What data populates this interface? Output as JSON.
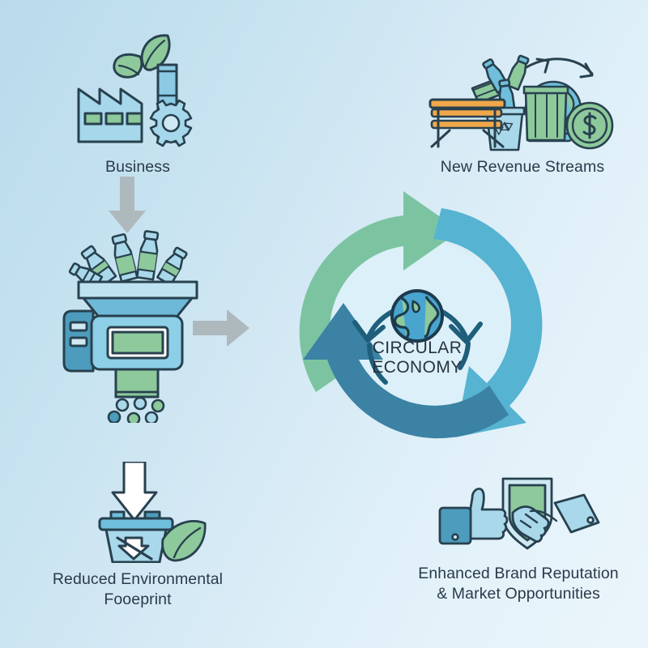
{
  "diagram": {
    "title": "Circular Economy Business Flow",
    "background": {
      "gradient_from": "#b9dbec",
      "gradient_to": "#eaf5fb"
    },
    "palette": {
      "green": "#7cc4a1",
      "light_blue": "#56b3d2",
      "dark_blue": "#3b82a4",
      "mid_blue": "#8dcfe6",
      "pale_blue": "#a9d8ea",
      "outline": "#28414f",
      "text": "#2b3a4b",
      "arrow_gray": "#aeb9bd",
      "ring_inner": "#dceef8",
      "orange": "#f0a84a"
    },
    "nodes": [
      {
        "id": "business",
        "label": "Business",
        "icon": "factory-leaf-icon"
      },
      {
        "id": "processing",
        "label": "",
        "icon": "recycling-shredder-icon"
      },
      {
        "id": "footprint",
        "label": "Reduced Environmental\nFooeprint",
        "icon": "trash-bin-leaf-icon"
      },
      {
        "id": "revenue",
        "label": "New Revenue Streams",
        "icon": "recycled-goods-money-icon"
      },
      {
        "id": "brand",
        "label": "Enhanced Brand Reputation\n& Market Opportunities",
        "icon": "handshake-thumbsup-shield-icon"
      }
    ],
    "center": {
      "label": "CIRCULAR\nECONOMY",
      "icon": "globe-icon",
      "ring_segments": [
        {
          "name": "green-arrow-segment",
          "color": "#7cc4a1"
        },
        {
          "name": "light-blue-arrow-segment",
          "color": "#56b3d2"
        },
        {
          "name": "dark-blue-arrow-segment",
          "color": "#3b82a4"
        }
      ]
    },
    "connectors": [
      {
        "id": "business-to-processing",
        "direction": "down",
        "color": "#aeb9bd"
      },
      {
        "id": "processing-to-circle",
        "direction": "right",
        "color": "#aeb9bd"
      }
    ]
  }
}
